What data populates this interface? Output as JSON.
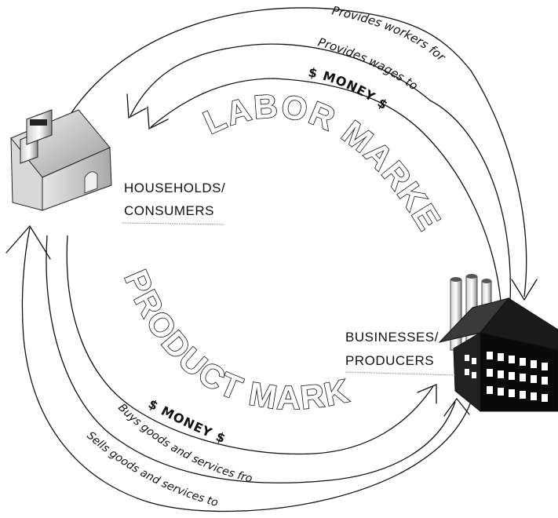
{
  "nodes": {
    "households": {
      "line1": "HOUSEHOLDS/",
      "line2": "CONSUMERS"
    },
    "businesses": {
      "line1": "BUSINESSES/",
      "line2": "PRODUCERS"
    }
  },
  "markets": {
    "labor": "LABOR MARKET",
    "product": "PRODUCT MARKET"
  },
  "labor_flows": {
    "workers": "Provides workers for",
    "wages": "Provides wages to",
    "money": "$ MONEY $"
  },
  "product_flows": {
    "money": "$ MONEY $",
    "buys": "Buys goods and services from",
    "sells": "Sells goods and services to"
  }
}
